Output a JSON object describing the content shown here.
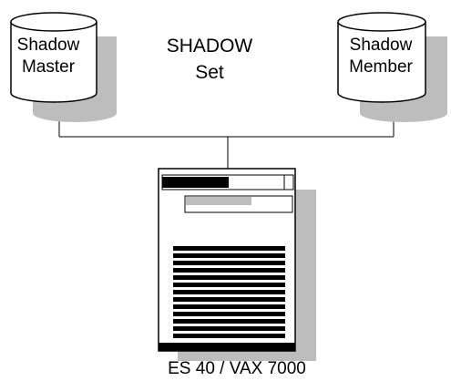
{
  "diagram": {
    "master_disk": {
      "line1": "Shadow",
      "line2": "Master"
    },
    "member_disk": {
      "line1": "Shadow",
      "line2": "Member"
    },
    "shadow_set": {
      "line1": "SHADOW",
      "line2": "Set"
    },
    "system": {
      "label": "ES 40 / VAX 7000"
    }
  },
  "colors": {
    "shadow": "#bdbdbd",
    "line": "#000000",
    "fill": "#ffffff",
    "dark_band": "#000000"
  }
}
